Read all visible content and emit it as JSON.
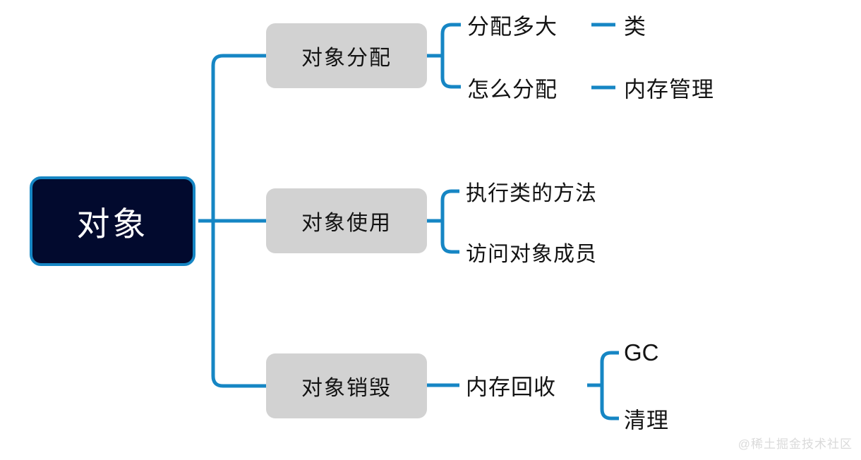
{
  "diagram": {
    "type": "mind-map",
    "background_color": "#ffffff",
    "link_color": "#1686c4",
    "root": {
      "label": "对象",
      "fill_color": "#020a2e",
      "border_color": "#1686c4",
      "text_color": "#ffffff"
    },
    "branches": [
      {
        "label": "对象分配",
        "fill_color": "#d2d2d2",
        "text_color": "#131313",
        "children": [
          {
            "label": "分配多大",
            "children": [
              {
                "label": "类"
              }
            ]
          },
          {
            "label": "怎么分配",
            "children": [
              {
                "label": "内存管理"
              }
            ]
          }
        ]
      },
      {
        "label": "对象使用",
        "fill_color": "#d2d2d2",
        "text_color": "#131313",
        "children": [
          {
            "label": "执行类的方法",
            "children": []
          },
          {
            "label": "访问对象成员",
            "children": []
          }
        ]
      },
      {
        "label": "对象销毁",
        "fill_color": "#d2d2d2",
        "text_color": "#131313",
        "children": [
          {
            "label": "内存回收",
            "children": [
              {
                "label": "GC"
              },
              {
                "label": "清理"
              }
            ]
          }
        ]
      }
    ]
  },
  "watermark": {
    "text": "@稀土掘金技术社区",
    "color": "#dadada"
  }
}
